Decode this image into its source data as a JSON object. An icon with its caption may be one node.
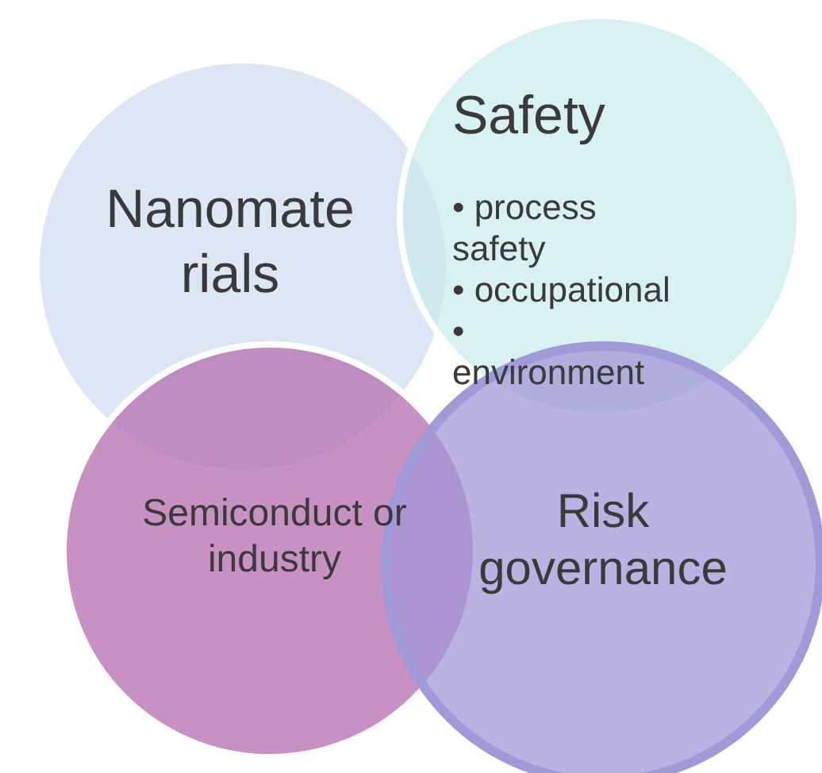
{
  "diagram": {
    "nodes": [
      {
        "text": [
          "Nanomate rials"
        ]
      },
      {
        "text": [
          "Safety",
          "• process safety",
          "• occupational",
          "• environment"
        ]
      },
      {
        "text": [
          "Semiconduct or industry"
        ]
      },
      {
        "text": [
          "Risk governance"
        ]
      }
    ]
  }
}
